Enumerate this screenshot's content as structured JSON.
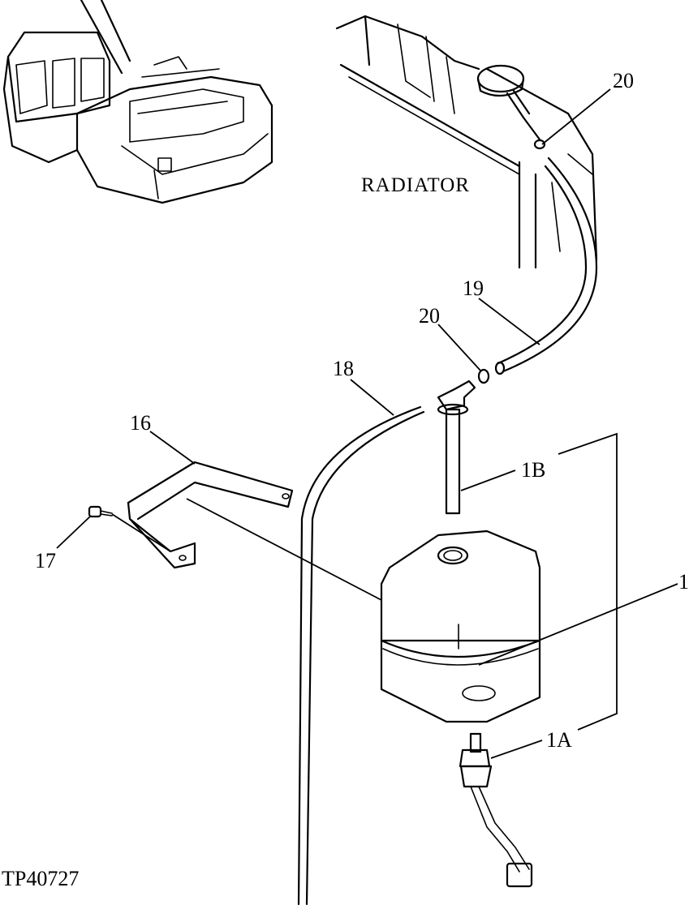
{
  "labels": {
    "radiator": "RADIATOR",
    "figure_id": "TP40727",
    "part_20_top": "20",
    "part_20_mid": "20",
    "part_19": "19",
    "part_18": "18",
    "part_16": "16",
    "part_17": "17",
    "part_1": "1",
    "part_1a": "1A",
    "part_1b": "1B"
  },
  "colors": {
    "ink": "#000000",
    "paper": "#ffffff"
  }
}
